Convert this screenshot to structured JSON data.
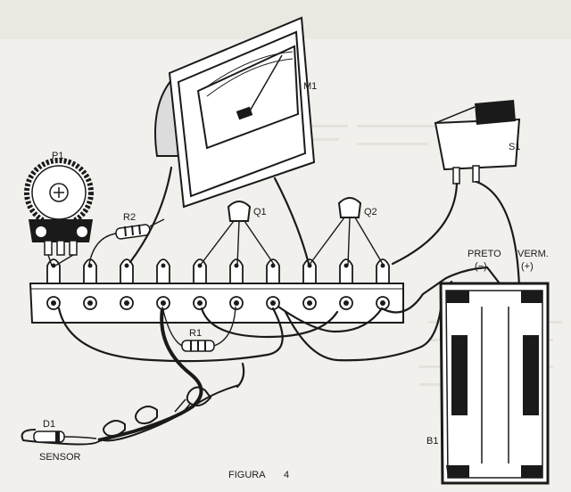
{
  "labels": {
    "meter": "M1",
    "pot": "P1",
    "resistor2": "R2",
    "transistor1": "Q1",
    "transistor2": "Q2",
    "switch": "S1",
    "wire_black": "PRETO",
    "wire_black_sign": "(−)",
    "wire_red": "VERM.",
    "wire_red_sign": "(+)",
    "resistor1": "R1",
    "diode": "D1",
    "sensor": "SENSOR",
    "battery": "B1",
    "figure": "FIGURA",
    "figure_number": "4"
  },
  "colors": {
    "ink": "#1a1a1a",
    "paper": "#f2f0ec",
    "ghost_text": "#cfcac2"
  }
}
